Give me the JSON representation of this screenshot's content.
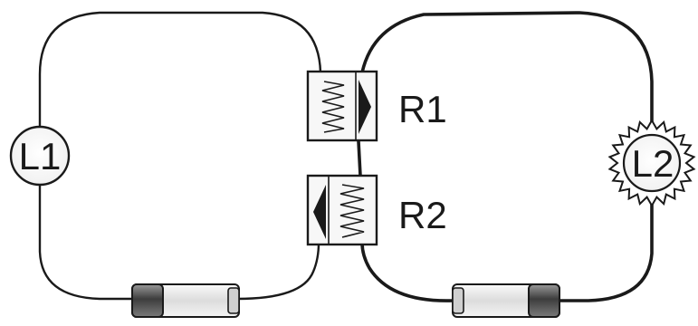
{
  "diagram": {
    "lamps": [
      {
        "label": "L1",
        "state": "off"
      },
      {
        "label": "L2",
        "state": "lit"
      }
    ],
    "rheostats": [
      {
        "label": "R1"
      },
      {
        "label": "R2"
      }
    ],
    "batteries": 2,
    "colors": {
      "wire": "#1a1a1a",
      "box_fill": "#f7f7f7",
      "battery_cap": "#555555",
      "battery_body": "#e9e9e9"
    }
  }
}
